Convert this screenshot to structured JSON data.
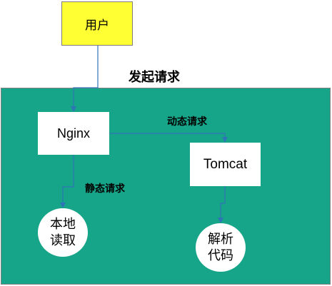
{
  "nodes": {
    "user": "用户",
    "nginx": "Nginx",
    "tomcat": "Tomcat",
    "local_read": "本地读取",
    "parse_code": "解析代码"
  },
  "edges": {
    "initiate_request": "发起请求",
    "dynamic_request": "动态请求",
    "static_request": "静态请求"
  },
  "colors": {
    "panel_background": "#17a589",
    "user_box": "#ffff33",
    "node_fill": "#ffffff",
    "arrow": "#2e75b6",
    "border": "#7f7f7f"
  }
}
